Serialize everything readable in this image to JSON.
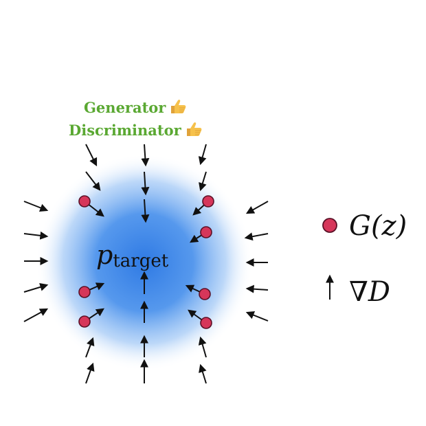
{
  "captions": {
    "generator": "Generator",
    "discriminator": "Discriminator",
    "thumb_icon": "thumbs-up-icon",
    "color": "#5aa832"
  },
  "target_label": {
    "symbol": "p",
    "subscript": "target"
  },
  "legend": {
    "sample_label": "G(z)",
    "gradient_label": "∇D",
    "sample_color": "#d6365a"
  },
  "colors": {
    "blob_core": "#3a86e6",
    "arrow": "#111111"
  }
}
